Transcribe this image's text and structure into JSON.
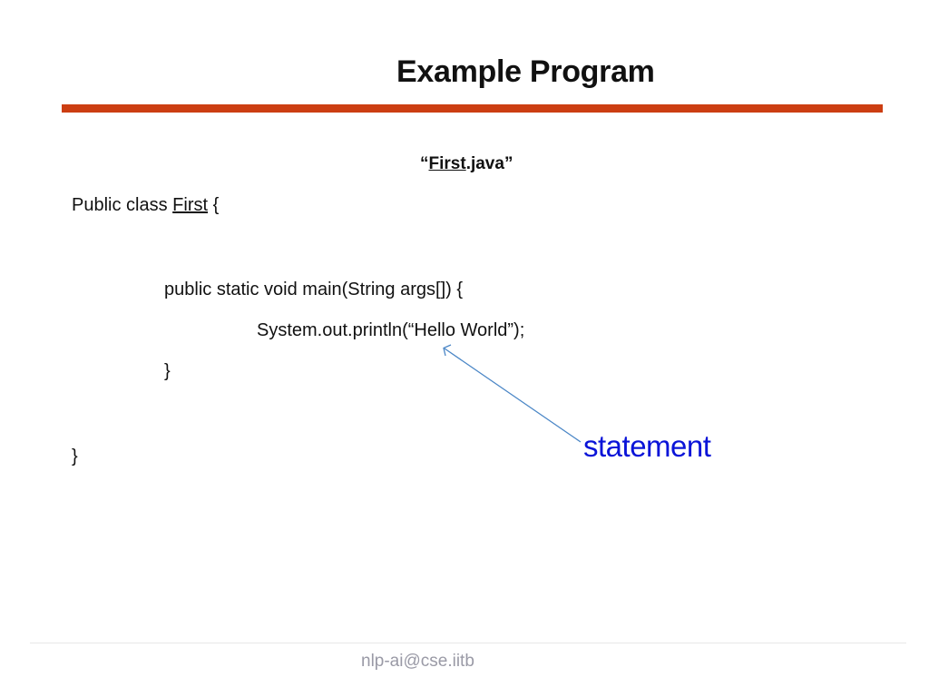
{
  "slide": {
    "title": "Example Program",
    "filename": {
      "open_quote": "“",
      "name": "First",
      "ext": ".java",
      "close_quote": "”"
    },
    "code": {
      "line1_prefix": "Public class ",
      "line1_class": "First",
      "line1_suffix": " {",
      "line2": "public static void main(String args[]) {",
      "line3": "System.out.println(“Hello World”);",
      "line4": "}",
      "line5": "}"
    },
    "annotation": "statement",
    "footer": "nlp-ai@cse.iitb"
  },
  "colors": {
    "accent_rule": "#cc3e12",
    "annotation": "#0a14d8",
    "arrow": "#4a86c6",
    "footer_text": "#9a9aa6"
  }
}
